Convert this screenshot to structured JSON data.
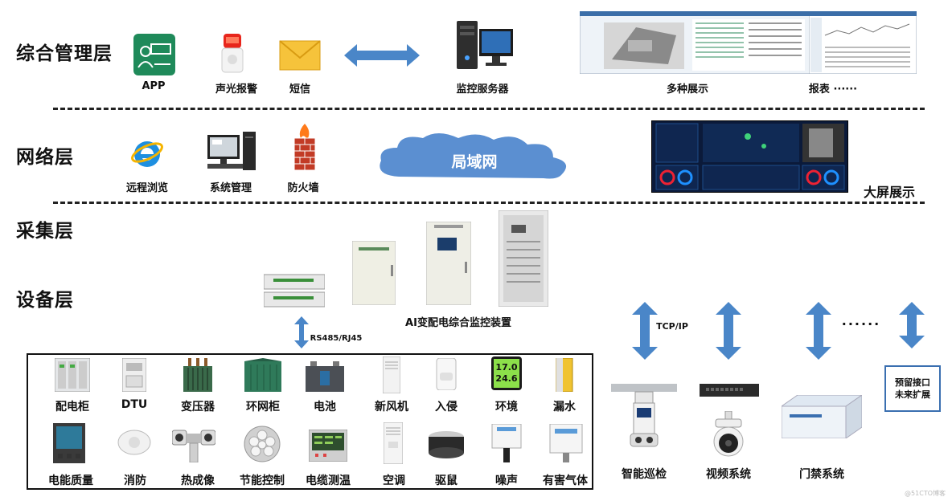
{
  "layers": {
    "mgmt": "综合管理层",
    "network": "网络层",
    "collect": "采集层",
    "device": "设备层"
  },
  "mgmt": {
    "app": "APP",
    "alarm": "声光报警",
    "sms": "短信",
    "server": "监控服务器",
    "display": "多种展示",
    "report": "报表 ······"
  },
  "network": {
    "browse": "远程浏览",
    "sysmgmt": "系统管理",
    "firewall": "防火墙",
    "lan": "局域网",
    "bigscreen": "大屏展示"
  },
  "collect": {
    "device_name": "AI变配电综合监控装置",
    "rs485": "RS485/RJ45",
    "tcpip": "TCP/IP"
  },
  "devices_row1": [
    "配电柜",
    "DTU",
    "变压器",
    "环网柜",
    "电池",
    "新风机",
    "入侵",
    "环境",
    "漏水"
  ],
  "devices_row2": [
    "电能质量",
    "消防",
    "热成像",
    "节能控制",
    "电缆测温",
    "空调",
    "驱鼠",
    "噪声",
    "有害气体"
  ],
  "systems": {
    "patrol": "智能巡检",
    "video": "视频系统",
    "access": "门禁系统",
    "reserve_line1": "预留接口",
    "reserve_line2": "未来扩展",
    "dots": "······"
  },
  "env_readout": [
    "17.0",
    "24.6"
  ],
  "watermark": "@51CTO博客",
  "colors": {
    "arrow": "#4a86c8",
    "cloud": "#5b8fd1",
    "app_green": "#1f8a5a",
    "border": "#3a6fb0"
  }
}
